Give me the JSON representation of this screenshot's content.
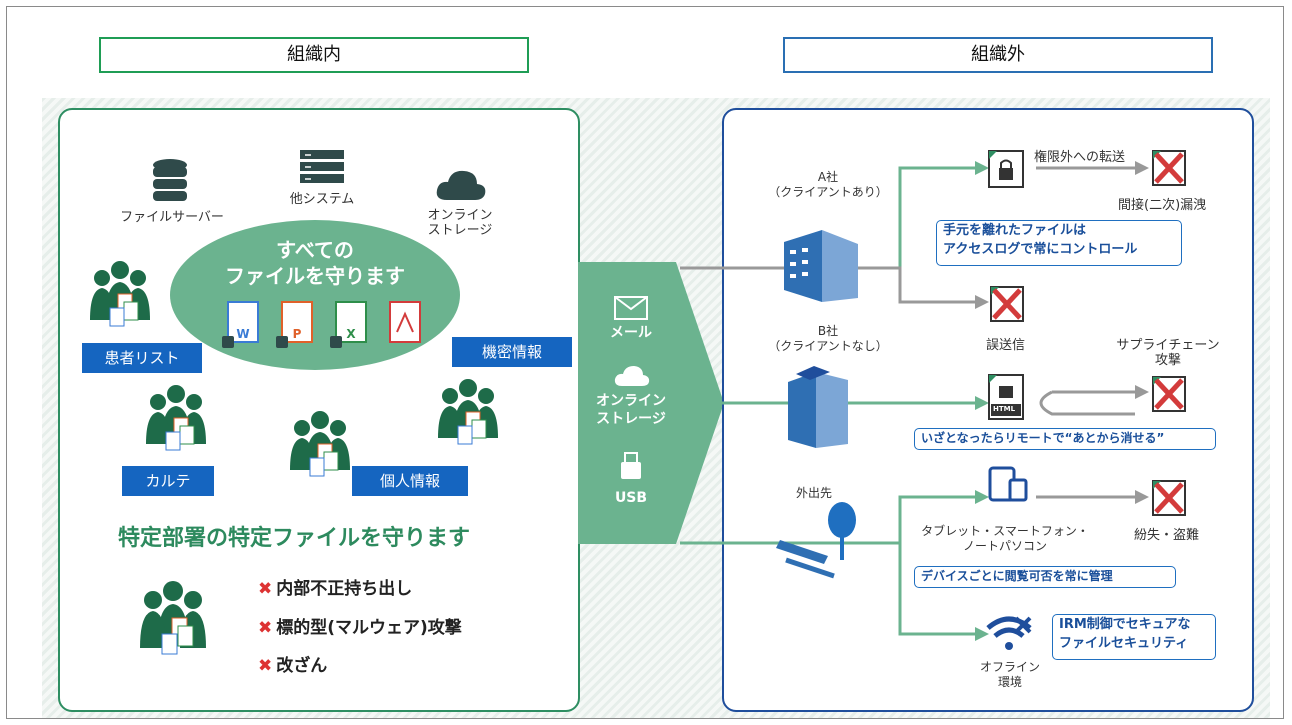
{
  "headers": {
    "inside": "組織内",
    "outside": "組織外"
  },
  "inside": {
    "icons": {
      "file_server": "ファイルサーバー",
      "other_system": "他システム",
      "online_storage": "オンライン\nストレージ"
    },
    "ellipse_title_1": "すべての",
    "ellipse_title_2": "ファイルを守ります",
    "file_types": [
      "W",
      "P",
      "X",
      "PDF"
    ],
    "tags": {
      "patient_list": "患者リスト",
      "confidential": "機密情報",
      "karte": "カルテ",
      "personal": "個人情報"
    },
    "headline": "特定部署の特定ファイルを守ります",
    "threats": [
      "内部不正持ち出し",
      "標的型(マルウェア)攻撃",
      "改ざん"
    ]
  },
  "channels": {
    "mail": "メール",
    "online_storage": "オンライン\nストレージ",
    "usb": "USB"
  },
  "outside": {
    "company_a": "A社\n（クライアントあり）",
    "company_b": "B社\n（クライアントなし）",
    "away": "外出先",
    "forward": "権限外への転送",
    "indirect_leak": "間接(二次)漏洩",
    "note_a": [
      "手元を離れたファイルは",
      "アクセスログで常にコントロール"
    ],
    "misdelivery": "誤送信",
    "supply_chain": "サプライチェーン\n攻撃",
    "html_label": "HTML",
    "note_b": "いざとなったらリモートで“あとから消せる”",
    "devices": "タブレット・スマートフォン・\nノートパソコン",
    "loss": "紛失・盗難",
    "note_device": "デバイスごとに閲覧可否を常に管理",
    "offline": "オフライン\n環境",
    "note_irm": [
      "IRM制御でセキュアな",
      "ファイルセキュリティ"
    ]
  },
  "colors": {
    "green": "#2e8e62",
    "light_green": "#6bb38f",
    "blue": "#1565c0",
    "red": "#d33b3b"
  }
}
